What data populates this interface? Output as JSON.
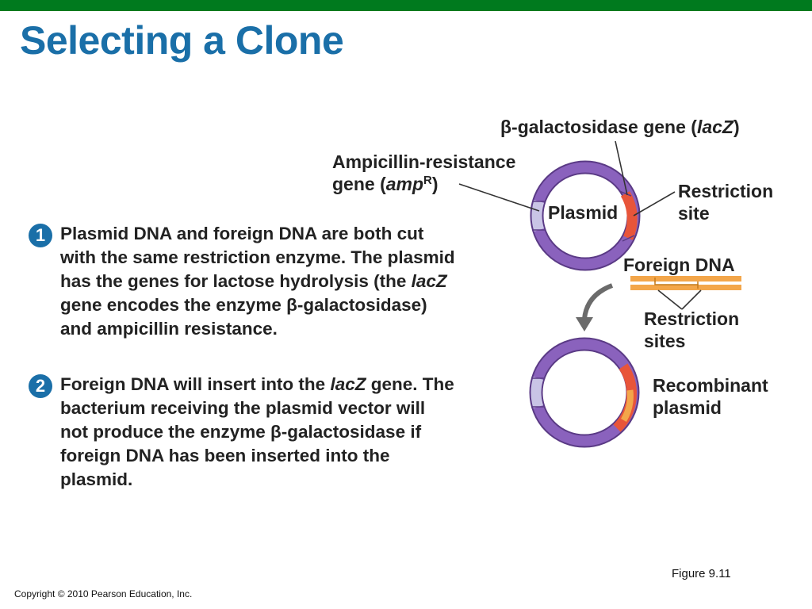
{
  "slide": {
    "title": "Selecting a Clone",
    "figure_label": "Figure 9.11",
    "copyright": "Copyright © 2010 Pearson Education, Inc."
  },
  "steps": [
    {
      "number": "1",
      "segments": [
        "Plasmid DNA and foreign DNA are both cut with the same restriction enzyme. The plasmid has the genes for lactose hydrolysis (the ",
        "lacZ",
        " gene encodes the enzyme β-galactosidase) and ampicillin resistance."
      ]
    },
    {
      "number": "2",
      "segments": [
        "Foreign DNA will insert into the ",
        "lacZ",
        " gene. The bacterium receiving the plasmid vector will not produce the enzyme β-galactosidase if foreign DNA has been inserted into the plasmid."
      ]
    }
  ],
  "diagram": {
    "lacz_label": {
      "prefix": "β-galactosidase gene (",
      "italic": "lacZ",
      "suffix": ")"
    },
    "amp_label": {
      "line1": "Ampicillin-resistance",
      "line2_prefix": "gene (",
      "italic": "amp",
      "sup": "R",
      "suffix": ")"
    },
    "restriction_site_label": {
      "line1": "Restriction",
      "line2": "site"
    },
    "plasmid_label": "Plasmid",
    "foreign_dna_label": "Foreign DNA",
    "restriction_sites_label": {
      "line1": "Restriction",
      "line2": "sites"
    },
    "recombinant_label": {
      "line1": "Recombinant",
      "line2": "plasmid"
    }
  },
  "colors": {
    "header_bar": "#007a1e",
    "title": "#1a6fa8",
    "plasmid_ring": "#7b4fae",
    "amp_gene": "#b9b4dd",
    "lacz_gene": "#e8553a",
    "foreign_dna": "#f3a64a"
  }
}
